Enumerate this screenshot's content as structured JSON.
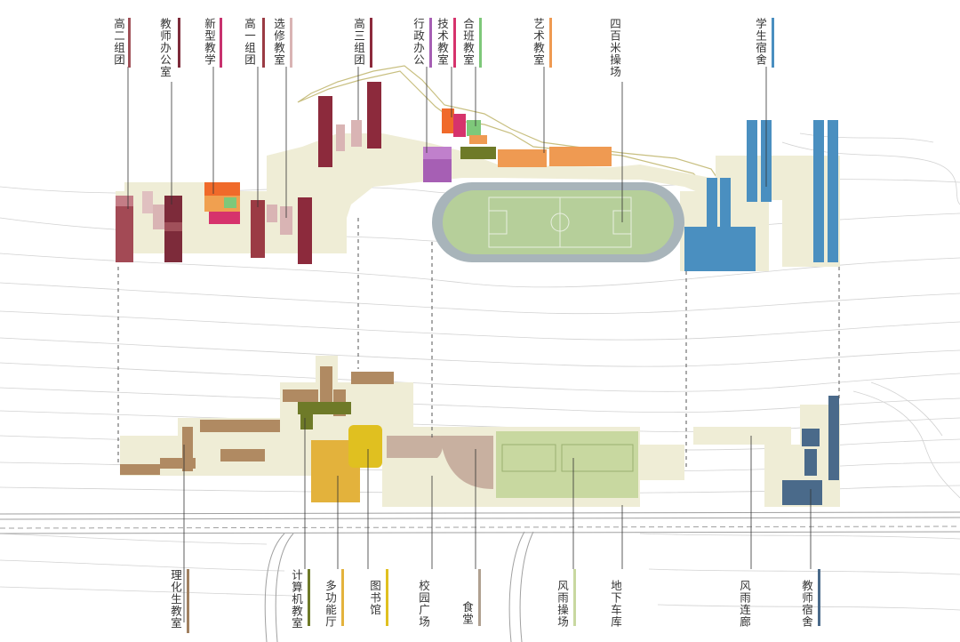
{
  "top_labels": [
    {
      "id": "gaoer",
      "text": "高二组团",
      "color": "#a05058"
    },
    {
      "id": "jiaoshi-office",
      "text": "教师办公室",
      "color": "#7d2b3a"
    },
    {
      "id": "xinxing",
      "text": "新型教学",
      "color": "#c8326e"
    },
    {
      "id": "gaoyi",
      "text": "高一组团",
      "color": "#9b3b44"
    },
    {
      "id": "xuanxiu",
      "text": "选修教室",
      "color": "#d9b4b4"
    },
    {
      "id": "gaosan",
      "text": "高三组团",
      "color": "#8c2a3c"
    },
    {
      "id": "xingzheng",
      "text": "行政办公",
      "color": "#a65fb4"
    },
    {
      "id": "jishu",
      "text": "技术教室",
      "color": "#d6336c"
    },
    {
      "id": "heban",
      "text": "合班教室",
      "color": "#7ec87a"
    },
    {
      "id": "yishu",
      "text": "艺术教室",
      "color": "#ef9a52"
    },
    {
      "id": "sibaimi",
      "text": "四百米操场",
      "color": ""
    },
    {
      "id": "xuesheng-dorm",
      "text": "学生宿舍",
      "color": "#4a8fc0"
    }
  ],
  "bottom_labels": [
    {
      "id": "lihuasheng",
      "text": "理化生教室",
      "color": "#a08060"
    },
    {
      "id": "jisuanji",
      "text": "计算机教室",
      "color": "#6e7a28"
    },
    {
      "id": "duogongneng",
      "text": "多功能厅",
      "color": "#e3b23c"
    },
    {
      "id": "tushuguan",
      "text": "图书馆",
      "color": "#e0c020"
    },
    {
      "id": "xiaoyuan",
      "text": "校园广场",
      "color": ""
    },
    {
      "id": "shitang",
      "text": "食堂",
      "color": "#b0a090"
    },
    {
      "id": "fengyu-cao",
      "text": "风雨操场",
      "color": "#c8d8a0"
    },
    {
      "id": "dixia",
      "text": "地下车库",
      "color": ""
    },
    {
      "id": "fengyu-lang",
      "text": "风雨连廊",
      "color": ""
    },
    {
      "id": "jiaoshi-dorm",
      "text": "教师宿舍",
      "color": "#4a6a8a"
    }
  ],
  "palette": {
    "site_base": "#efedd6",
    "contour": "#cfcfcf",
    "track": "#a8b4ba",
    "field": "#b6cf9a",
    "road": "#9a9a9a",
    "outline": "#c8bf80"
  }
}
